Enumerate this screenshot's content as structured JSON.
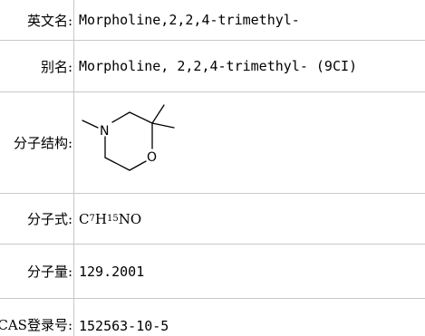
{
  "rows": [
    {
      "label": "英文名:",
      "value": "Morpholine,2,2,4-trimethyl-"
    },
    {
      "label": "别名:",
      "value": "Morpholine, 2,2,4-trimethyl- (9CI)"
    },
    {
      "label": "分子结构:",
      "atoms": {
        "nitrogen": "N",
        "oxygen": "O"
      }
    },
    {
      "label": "分子式:",
      "formula": {
        "c": "C",
        "c_count": "7",
        "h": "H",
        "h_count": "15",
        "rest": "NO"
      }
    },
    {
      "label": "分子量:",
      "value": "129.2001"
    },
    {
      "label": "CAS登录号:",
      "value": "152563-10-5"
    }
  ]
}
